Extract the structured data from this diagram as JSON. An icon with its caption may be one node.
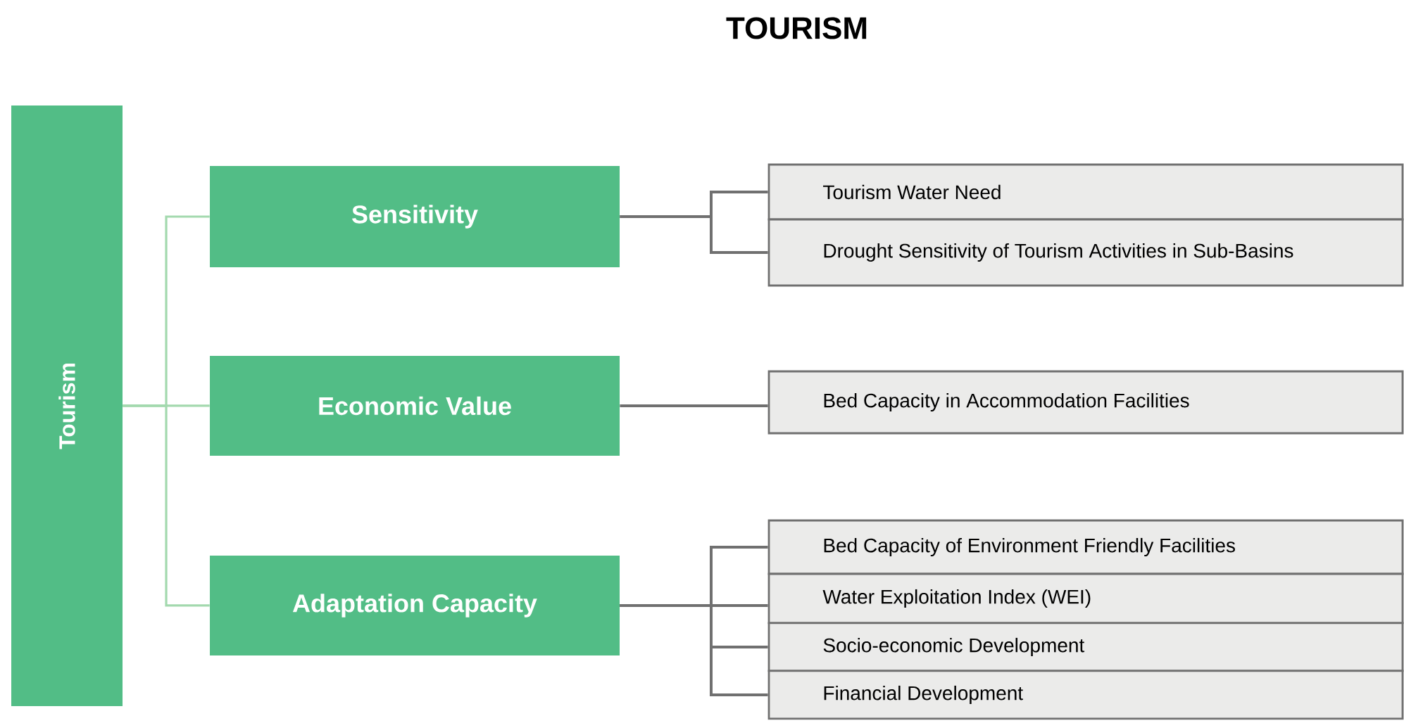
{
  "diagram": {
    "title": "TOURISM",
    "nodes": [
      {
        "text": [
          "Tourism"
        ]
      },
      {
        "text": [
          "Sensitivity"
        ]
      },
      {
        "text": [
          "Economic Value"
        ]
      },
      {
        "text": [
          "Adaptation Capacity"
        ]
      },
      {
        "text": [
          "Tourism Water Need"
        ]
      },
      {
        "text": [
          "Drought Sensitivity of Tourism Activities in Sub-Basins"
        ]
      },
      {
        "text": [
          "Bed Capacity in Accommodation Facilities"
        ]
      },
      {
        "text": [
          "Bed Capacity of Environment Friendly Facilities"
        ]
      },
      {
        "text": [
          "Water Exploitation Index (WEI)"
        ]
      },
      {
        "text": [
          "Socio-economic Development"
        ]
      },
      {
        "text": [
          "Financial Development"
        ]
      }
    ],
    "edges": [
      {
        "from": 0,
        "to": 1,
        "arrow": "none",
        "color": "#a3d9ae"
      },
      {
        "from": 0,
        "to": 2,
        "arrow": "none",
        "color": "#a3d9ae"
      },
      {
        "from": 0,
        "to": 3,
        "arrow": "none",
        "color": "#a3d9ae"
      },
      {
        "from": 1,
        "to": 4,
        "arrow": "none"
      },
      {
        "from": 1,
        "to": 5,
        "arrow": "none"
      },
      {
        "from": 2,
        "to": 6,
        "arrow": "none"
      },
      {
        "from": 3,
        "to": 7,
        "arrow": "none"
      },
      {
        "from": 3,
        "to": 8,
        "arrow": "none"
      },
      {
        "from": 3,
        "to": 9,
        "arrow": "none"
      },
      {
        "from": 3,
        "to": 10,
        "arrow": "none"
      }
    ]
  }
}
